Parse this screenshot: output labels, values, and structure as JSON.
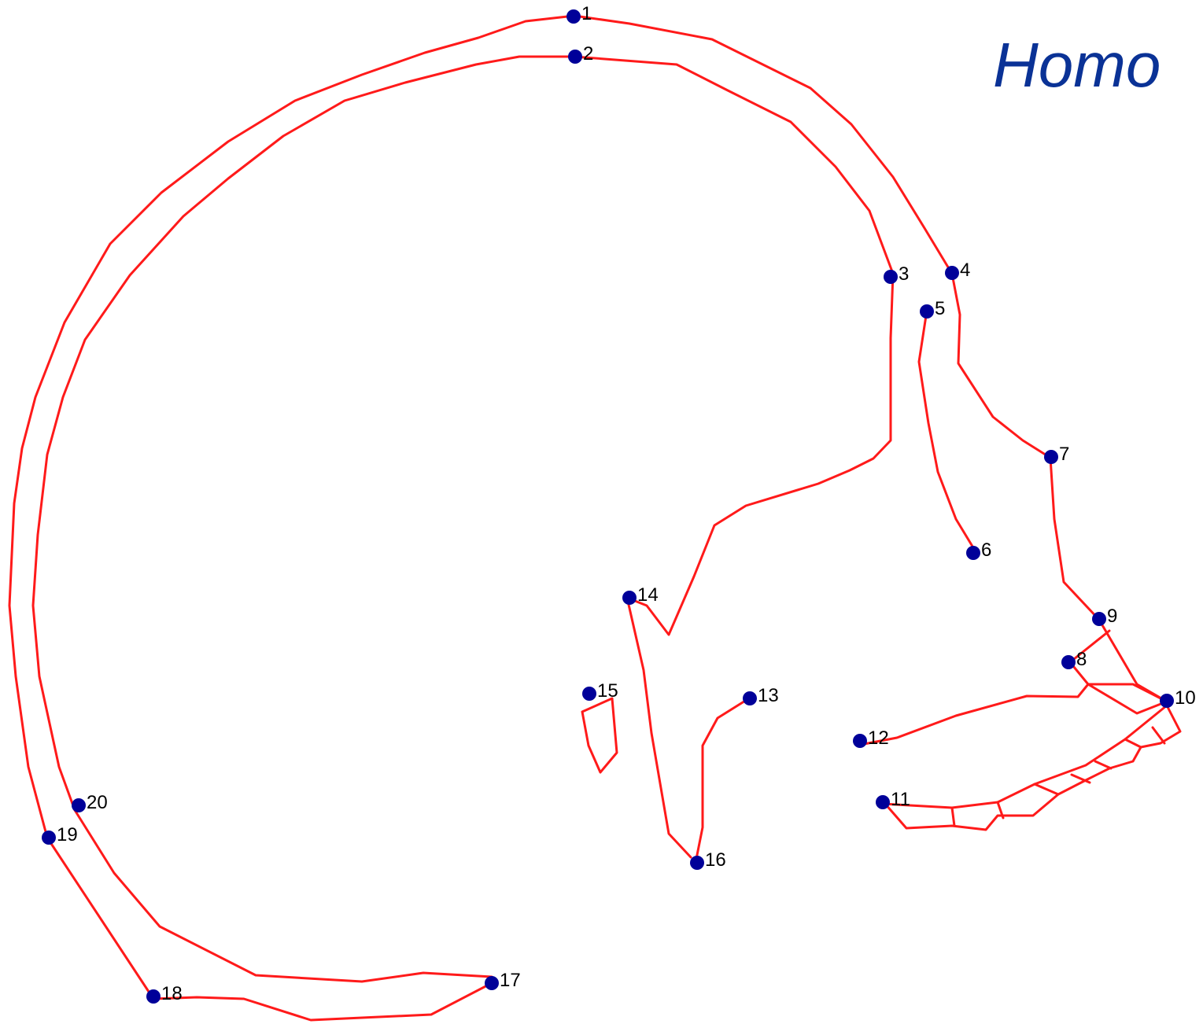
{
  "title": "Homo",
  "colors": {
    "outline": "#ff1a1a",
    "landmark": "#000099",
    "title": "#0a3296"
  },
  "landmarks": [
    {
      "label": "1"
    },
    {
      "label": "2"
    },
    {
      "label": "3"
    },
    {
      "label": "4"
    },
    {
      "label": "5"
    },
    {
      "label": "6"
    },
    {
      "label": "7"
    },
    {
      "label": "8"
    },
    {
      "label": "9"
    },
    {
      "label": "10"
    },
    {
      "label": "11"
    },
    {
      "label": "12"
    },
    {
      "label": "13"
    },
    {
      "label": "14"
    },
    {
      "label": "15"
    },
    {
      "label": "16"
    },
    {
      "label": "17"
    },
    {
      "label": "18"
    },
    {
      "label": "19"
    },
    {
      "label": "20"
    }
  ]
}
